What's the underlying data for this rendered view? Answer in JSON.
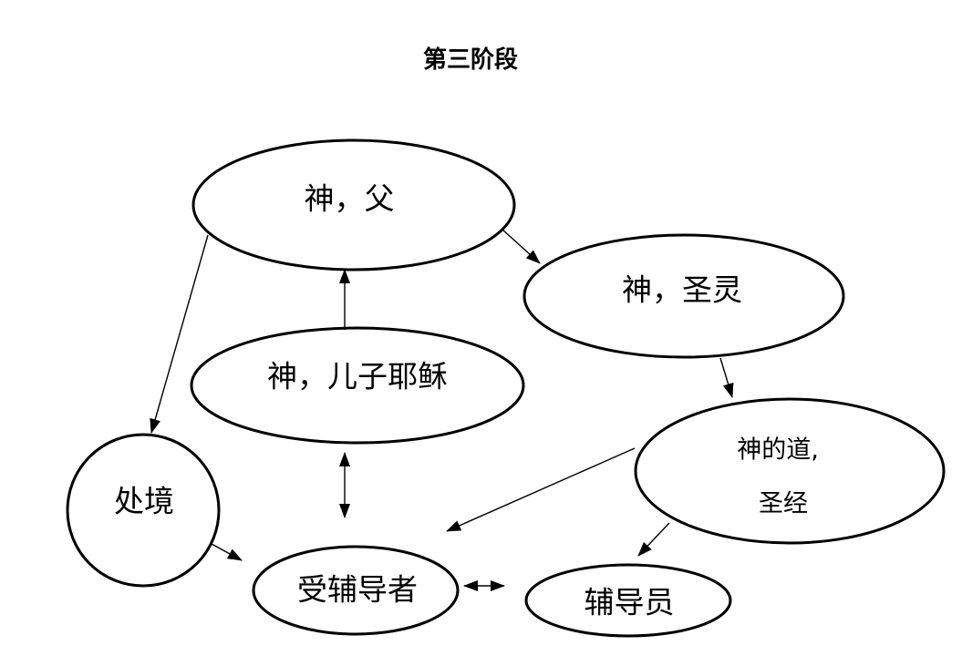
{
  "title": "第三阶段",
  "diagram": {
    "nodes": {
      "god_father": {
        "label": "神，父",
        "shape": "ellipse"
      },
      "god_holy_spirit": {
        "label": "神，圣灵",
        "shape": "ellipse"
      },
      "god_son_jesus": {
        "label": "神，儿子耶稣",
        "shape": "ellipse"
      },
      "situation": {
        "label": "处境",
        "shape": "circle"
      },
      "gods_word_bible": {
        "label": "神的道, 圣经",
        "label_line1": "神的道,",
        "label_line2": "圣经",
        "shape": "ellipse"
      },
      "counselee": {
        "label": "受辅导者",
        "shape": "ellipse"
      },
      "counselor": {
        "label": "辅导员",
        "shape": "ellipse"
      }
    },
    "edges": [
      {
        "from": "神，父",
        "to": "神，圣灵",
        "direction": "one-way"
      },
      {
        "from": "神，圣灵",
        "to": "神的道, 圣经",
        "direction": "one-way"
      },
      {
        "from": "神，儿子耶稣",
        "to": "神，父",
        "direction": "one-way"
      },
      {
        "from": "神，儿子耶稣",
        "to": "受辅导者",
        "direction": "two-way"
      },
      {
        "from": "神，父",
        "to": "处境",
        "direction": "one-way"
      },
      {
        "from": "处境",
        "to": "受辅导者",
        "direction": "one-way"
      },
      {
        "from": "受辅导者",
        "to": "辅导员",
        "direction": "two-way"
      },
      {
        "from": "神的道, 圣经",
        "to": "受辅导者",
        "direction": "one-way"
      },
      {
        "from": "神的道, 圣经",
        "to": "辅导员",
        "direction": "one-way"
      }
    ],
    "colors": {
      "stroke": "#000000",
      "text": "#000000",
      "background": "#ffffff"
    }
  }
}
